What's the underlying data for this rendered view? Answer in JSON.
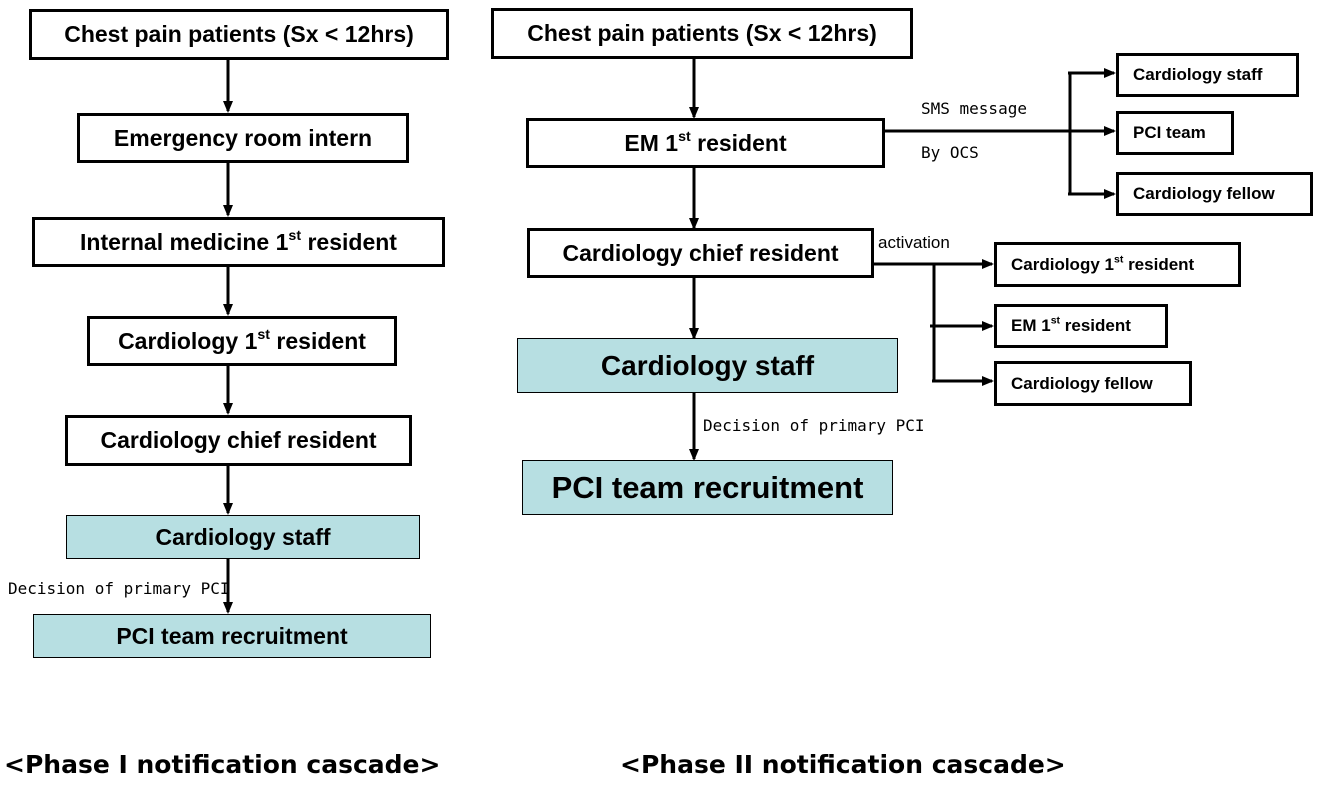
{
  "phase1": {
    "chest_pain": "Chest pain patients (Sx < 12hrs)",
    "er_intern": "Emergency room intern",
    "im_resident": {
      "pre": "Internal medicine 1",
      "sup": "st",
      "post": " resident"
    },
    "cardio_1st_resident": {
      "pre": "Cardiology 1",
      "sup": "st",
      "post": " resident"
    },
    "cardio_chief_resident": "Cardiology chief resident",
    "cardio_staff": "Cardiology staff",
    "decision_label": "Decision of primary PCI",
    "pci_recruitment": "PCI team recruitment",
    "caption": "<Phase I notification cascade>"
  },
  "phase2": {
    "chest_pain": "Chest pain patients (Sx < 12hrs)",
    "em_resident": {
      "pre": "EM 1",
      "sup": "st",
      "post": " resident"
    },
    "sms_label": "SMS message",
    "ocs_label": "By OCS",
    "sms_targets": [
      "Cardiology staff",
      "PCI team",
      "Cardiology fellow"
    ],
    "cardio_chief_resident": "Cardiology chief resident",
    "activation_label": "activation",
    "activation_targets": [
      {
        "pre": "Cardiology 1",
        "sup": "st",
        "post": " resident"
      },
      {
        "pre": "EM 1",
        "sup": "st",
        "post": " resident"
      },
      {
        "pre": "Cardiology fellow",
        "sup": "",
        "post": ""
      }
    ],
    "cardio_staff": "Cardiology staff",
    "decision_label": "Decision of primary PCI",
    "pci_recruitment": "PCI team recruitment",
    "caption": "<Phase II notification cascade>"
  },
  "colors": {
    "highlight_fill": "#b7dfe2",
    "line": "#000000"
  }
}
